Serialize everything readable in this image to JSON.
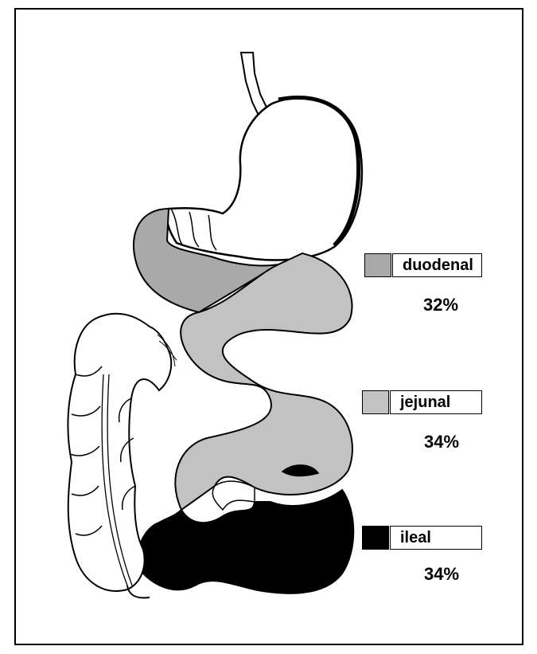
{
  "legend": [
    {
      "label": "duodenal",
      "percent": "32%",
      "color": "#a9a9a9"
    },
    {
      "label": "jejunal",
      "percent": "34%",
      "color": "#c2c2c2"
    },
    {
      "label": "ileal",
      "percent": "34%",
      "color": "#000000"
    }
  ],
  "colors": {
    "duodenal": "#a9a9a9",
    "jejunal": "#c2c2c2",
    "ileal": "#000000",
    "outline": "#000000"
  }
}
